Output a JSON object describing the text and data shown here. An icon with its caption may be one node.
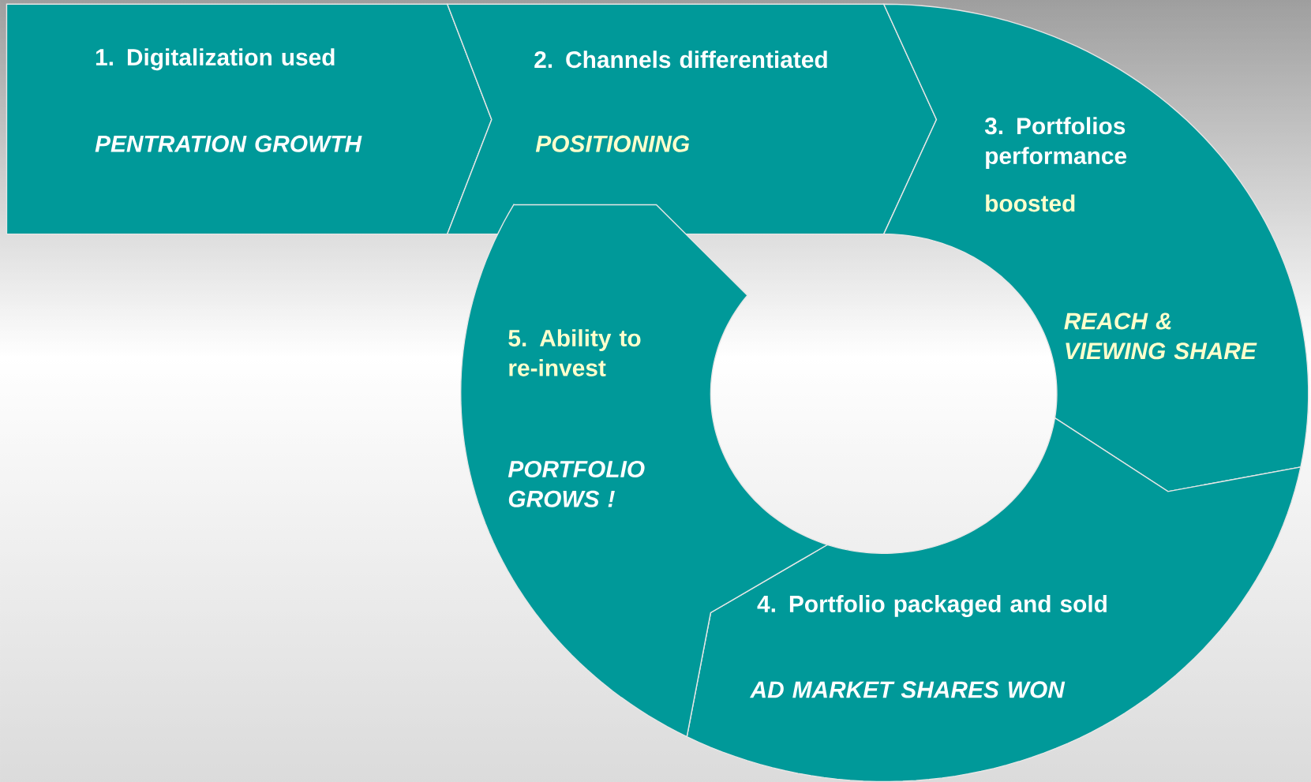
{
  "diagram": {
    "nodes": [
      {
        "text": [
          "1. Digitalization used",
          "PENTRATION GROWTH"
        ]
      },
      {
        "text": [
          "2. Channels differentiated",
          "POSITIONING"
        ]
      },
      {
        "text": [
          "3. Portfolios performance",
          "boosted",
          "REACH & VIEWING SHARE"
        ]
      },
      {
        "text": [
          "4. Portfolio packaged and sold",
          "AD MARKET SHARES WON"
        ]
      },
      {
        "text": [
          "5.  Ability to re-invest",
          "PORTFOLIO GROWS !"
        ]
      }
    ]
  }
}
